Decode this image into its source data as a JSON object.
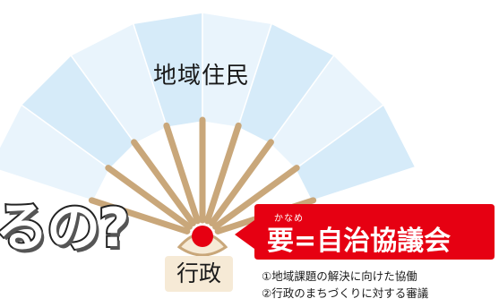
{
  "fan": {
    "label": "地域住民",
    "paper_colors": [
      "#e9f4fc",
      "#d6ebf9"
    ],
    "rib_color": "#c9a77a",
    "pivot_color": "#e60012"
  },
  "overlay_text": "るの?",
  "government": {
    "label": "行政"
  },
  "kaname": {
    "ruby": "かなめ",
    "title": "要=自治協議会",
    "color": "#e60012"
  },
  "roles": [
    "①地域課題の解決に向けた協働",
    "②行政のまちづくりに対する審議"
  ]
}
